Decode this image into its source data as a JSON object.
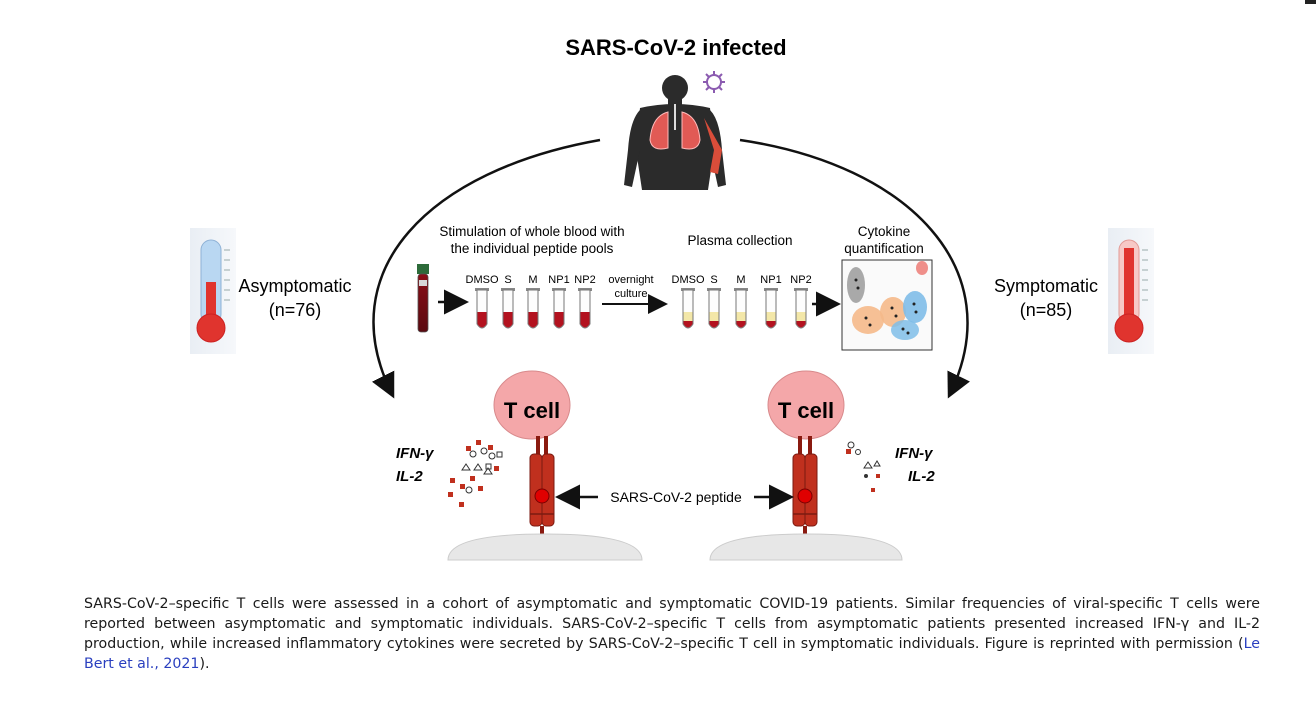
{
  "figure": {
    "title": "SARS-CoV-2 infected",
    "left_group": {
      "label": "Asymptomatic",
      "n": "(n=76)"
    },
    "right_group": {
      "label": "Symptomatic",
      "n": "(n=85)"
    },
    "workflow": {
      "step1": {
        "line1": "Stimulation of whole blood with",
        "line2": "the individual peptide pools"
      },
      "tube_labels": [
        "DMSO",
        "S",
        "M",
        "NP1",
        "NP2"
      ],
      "overnight": {
        "line1": "overnight",
        "line2": "culture"
      },
      "step2": "Plasma collection",
      "plasma_labels": [
        "DMSO",
        "S",
        "M",
        "NP1",
        "NP2"
      ],
      "step3": {
        "line1": "Cytokine",
        "line2": "quantification"
      }
    },
    "tcell_label": "T cell",
    "peptide_label": "SARS-CoV-2 peptide",
    "cytokines": {
      "ifn": "IFN-γ",
      "il2": "IL-2"
    }
  },
  "caption": {
    "text": "SARS-CoV-2–specific T cells were assessed in a cohort of asymptomatic and symptomatic COVID-19 patients. Similar frequencies of viral-specific T cells were reported between asymptomatic and symptomatic individuals. SARS-CoV-2–specific T cells from asymptomatic patients presented increased IFN-γ and IL-2 production, while increased inflammatory cytokines were secreted by SARS-CoV-2–specific T cell in symptomatic individuals. Figure is reprinted with permission (",
    "link": "Le Bert et al., 2021",
    "tail": ")."
  },
  "colors": {
    "tcell": "#f4a7a9",
    "receptor": "#c0301e",
    "blood": "#b3121f",
    "plasma": "#f3e7a8",
    "thermo_red": "#e0342e",
    "thermo_blue": "#9fc7ec"
  }
}
